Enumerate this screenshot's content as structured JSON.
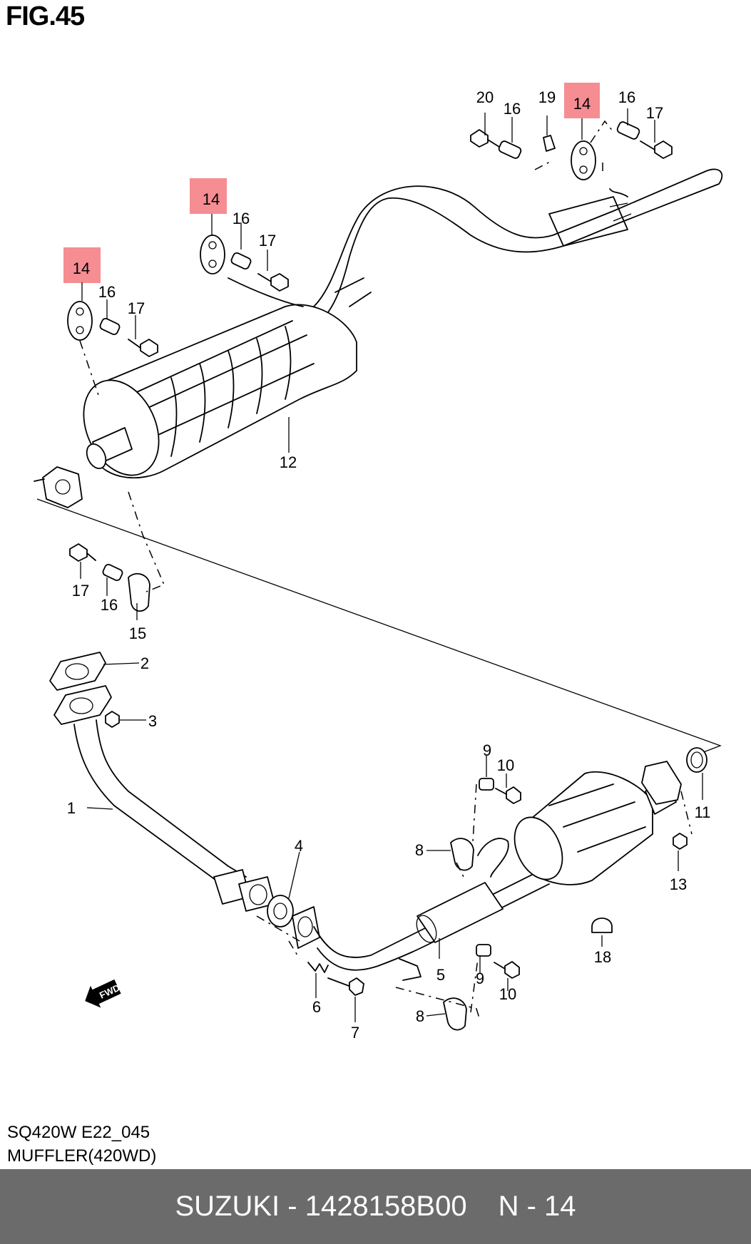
{
  "figure_title": "FIG.45",
  "part_labels": {
    "p1": "1",
    "p2": "2",
    "p3": "3",
    "p4": "4",
    "p5": "5",
    "p6": "6",
    "p7": "7",
    "p8a": "8",
    "p8b": "8",
    "p9a": "9",
    "p9b": "9",
    "p10a": "10",
    "p10b": "10",
    "p11": "11",
    "p12": "12",
    "p13": "13",
    "p14a": "14",
    "p14b": "14",
    "p14c": "14",
    "p15": "15",
    "p16a": "16",
    "p16b": "16",
    "p16c": "16",
    "p16d": "16",
    "p17a": "17",
    "p17b": "17",
    "p17c": "17",
    "p17d": "17",
    "p18": "18",
    "p19": "19",
    "p20": "20"
  },
  "fwd_label": "FWD",
  "diagram_code": "SQ420W E22_045",
  "diagram_name": "MUFFLER(420WD)",
  "footer": {
    "brand_part": "SUZUKI - 1428158B00",
    "ref": "N - 14"
  },
  "colors": {
    "highlight": "#f3797f",
    "footer_bg": "#6b6b6b",
    "footer_text": "#ffffff"
  }
}
